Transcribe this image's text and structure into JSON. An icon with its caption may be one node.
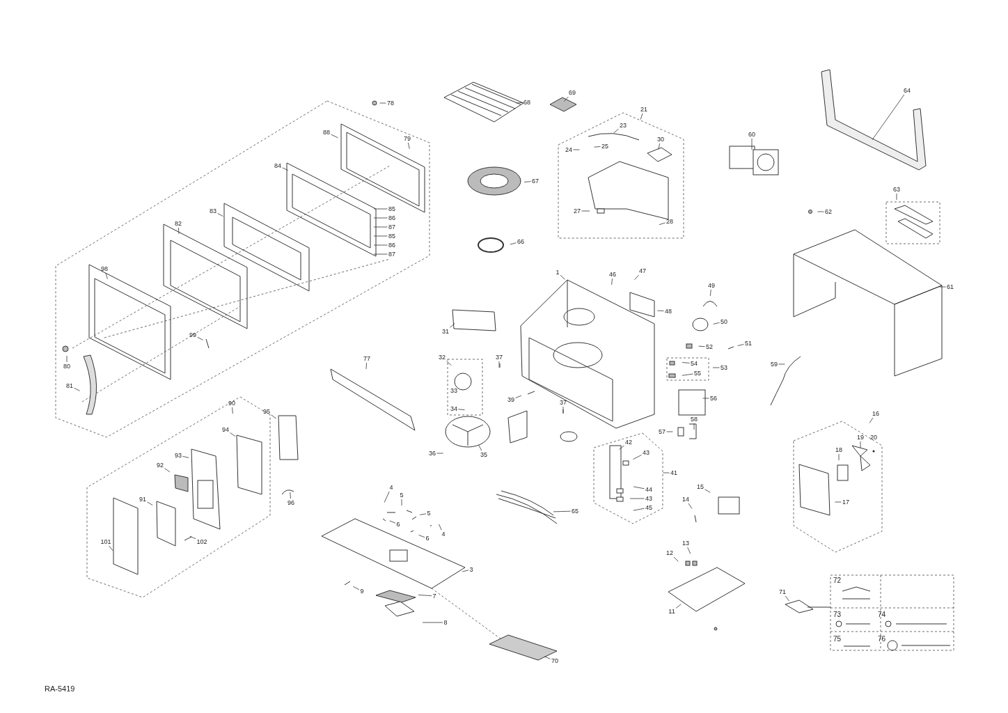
{
  "diagram": {
    "nodes": [
      {
        "text": [
          "64"
        ]
      },
      {
        "text": [
          "69"
        ]
      },
      {
        "text": [
          "68"
        ]
      },
      {
        "text": [
          "78"
        ]
      },
      {
        "text": [
          "21"
        ]
      },
      {
        "text": [
          "23"
        ]
      },
      {
        "text": [
          "88"
        ]
      },
      {
        "text": [
          "60"
        ]
      },
      {
        "text": [
          "79"
        ]
      },
      {
        "text": [
          "30"
        ]
      },
      {
        "text": [
          "25"
        ]
      },
      {
        "text": [
          "24"
        ]
      },
      {
        "text": [
          "84"
        ]
      },
      {
        "text": [
          "67"
        ]
      },
      {
        "text": [
          "63"
        ]
      },
      {
        "text": [
          "27"
        ]
      },
      {
        "text": [
          "83"
        ]
      },
      {
        "text": [
          "62"
        ]
      },
      {
        "text": [
          "85"
        ]
      },
      {
        "text": [
          "86"
        ]
      },
      {
        "text": [
          "28"
        ]
      },
      {
        "text": [
          "82"
        ]
      },
      {
        "text": [
          "87"
        ]
      },
      {
        "text": [
          "85"
        ]
      },
      {
        "text": [
          "86"
        ]
      },
      {
        "text": [
          "66"
        ]
      },
      {
        "text": [
          "87"
        ]
      },
      {
        "text": [
          "98"
        ]
      },
      {
        "text": [
          "1"
        ]
      },
      {
        "text": [
          "47"
        ]
      },
      {
        "text": [
          "46"
        ]
      },
      {
        "text": [
          "49"
        ]
      },
      {
        "text": [
          "61"
        ]
      },
      {
        "text": [
          "48"
        ]
      },
      {
        "text": [
          "50"
        ]
      },
      {
        "text": [
          "31"
        ]
      },
      {
        "text": [
          "99"
        ]
      },
      {
        "text": [
          "51"
        ]
      },
      {
        "text": [
          "52"
        ]
      },
      {
        "text": [
          "32"
        ]
      },
      {
        "text": [
          "37"
        ]
      },
      {
        "text": [
          "77"
        ]
      },
      {
        "text": [
          "54"
        ]
      },
      {
        "text": [
          "59"
        ]
      },
      {
        "text": [
          "53"
        ]
      },
      {
        "text": [
          "55"
        ]
      },
      {
        "text": [
          "33"
        ]
      },
      {
        "text": [
          "39"
        ]
      },
      {
        "text": [
          "37"
        ]
      },
      {
        "text": [
          "56"
        ]
      },
      {
        "text": [
          "90"
        ]
      },
      {
        "text": [
          "34"
        ]
      },
      {
        "text": [
          "95"
        ]
      },
      {
        "text": [
          "16"
        ]
      },
      {
        "text": [
          "58"
        ]
      },
      {
        "text": [
          "94"
        ]
      },
      {
        "text": [
          "57"
        ]
      },
      {
        "text": [
          "19"
        ]
      },
      {
        "text": [
          "20"
        ]
      },
      {
        "text": [
          "42"
        ]
      },
      {
        "text": [
          "18"
        ]
      },
      {
        "text": [
          "36"
        ]
      },
      {
        "text": [
          "43"
        ]
      },
      {
        "text": [
          "35"
        ]
      },
      {
        "text": [
          "93"
        ]
      },
      {
        "text": [
          "92"
        ]
      },
      {
        "text": [
          "41"
        ]
      },
      {
        "text": [
          "15"
        ]
      },
      {
        "text": [
          "4"
        ]
      },
      {
        "text": [
          "44"
        ]
      },
      {
        "text": [
          "5"
        ]
      },
      {
        "text": [
          "43"
        ]
      },
      {
        "text": [
          "91"
        ]
      },
      {
        "text": [
          "17"
        ]
      },
      {
        "text": [
          "96"
        ]
      },
      {
        "text": [
          "45"
        ]
      },
      {
        "text": [
          "65"
        ]
      },
      {
        "text": [
          "5"
        ]
      },
      {
        "text": [
          "14"
        ]
      },
      {
        "text": [
          "6"
        ]
      },
      {
        "text": [
          "4"
        ]
      },
      {
        "text": [
          "6"
        ]
      },
      {
        "text": [
          "101"
        ]
      },
      {
        "text": [
          "102"
        ]
      },
      {
        "text": [
          "13"
        ]
      },
      {
        "text": [
          "12"
        ]
      },
      {
        "text": [
          "3"
        ]
      },
      {
        "text": [
          "71"
        ]
      },
      {
        "text": [
          "9"
        ]
      },
      {
        "text": [
          "7"
        ]
      },
      {
        "text": [
          "11"
        ]
      },
      {
        "text": [
          "8"
        ]
      },
      {
        "text": [
          "70"
        ]
      },
      {
        "text": [
          "80"
        ]
      },
      {
        "text": [
          "81"
        ]
      }
    ],
    "edges": [
      {
        "from": 0,
        "to": null,
        "arrow": "none"
      },
      {
        "from": 1,
        "to": null,
        "arrow": "none"
      },
      {
        "from": 2,
        "to": null,
        "arrow": "none"
      },
      {
        "from": 3,
        "to": null,
        "arrow": "none"
      },
      {
        "from": 4,
        "to": null,
        "arrow": "none"
      },
      {
        "from": 5,
        "to": null,
        "arrow": "none"
      },
      {
        "from": 6,
        "to": null,
        "arrow": "none"
      },
      {
        "from": 7,
        "to": null,
        "arrow": "none"
      },
      {
        "from": 8,
        "to": null,
        "arrow": "none"
      },
      {
        "from": 9,
        "to": null,
        "arrow": "none"
      },
      {
        "from": 10,
        "to": null,
        "arrow": "none"
      },
      {
        "from": 11,
        "to": null,
        "arrow": "none"
      },
      {
        "from": 12,
        "to": null,
        "arrow": "none"
      },
      {
        "from": 13,
        "to": null,
        "arrow": "none"
      },
      {
        "from": 14,
        "to": null,
        "arrow": "none"
      },
      {
        "from": 15,
        "to": null,
        "arrow": "none"
      },
      {
        "from": 16,
        "to": null,
        "arrow": "none"
      },
      {
        "from": 17,
        "to": null,
        "arrow": "none"
      },
      {
        "from": 18,
        "to": null,
        "arrow": "none"
      },
      {
        "from": 19,
        "to": null,
        "arrow": "none"
      },
      {
        "from": 20,
        "to": null,
        "arrow": "none"
      },
      {
        "from": 21,
        "to": null,
        "arrow": "none"
      },
      {
        "from": 22,
        "to": null,
        "arrow": "none"
      },
      {
        "from": 23,
        "to": null,
        "arrow": "none"
      },
      {
        "from": 24,
        "to": null,
        "arrow": "none"
      },
      {
        "from": 25,
        "to": null,
        "arrow": "none"
      },
      {
        "from": 26,
        "to": null,
        "arrow": "none"
      },
      {
        "from": 27,
        "to": null,
        "arrow": "none"
      },
      {
        "from": 28,
        "to": null,
        "arrow": "none"
      },
      {
        "from": 29,
        "to": null,
        "arrow": "none"
      },
      {
        "from": 30,
        "to": null,
        "arrow": "none"
      },
      {
        "from": 31,
        "to": null,
        "arrow": "none"
      },
      {
        "from": 32,
        "to": null,
        "arrow": "none"
      },
      {
        "from": 33,
        "to": null,
        "arrow": "none"
      },
      {
        "from": 34,
        "to": null,
        "arrow": "none"
      },
      {
        "from": 35,
        "to": null,
        "arrow": "none"
      },
      {
        "from": 36,
        "to": null,
        "arrow": "none"
      },
      {
        "from": 37,
        "to": null,
        "arrow": "none"
      },
      {
        "from": 38,
        "to": null,
        "arrow": "none"
      },
      {
        "from": 39,
        "to": null,
        "arrow": "none"
      },
      {
        "from": 40,
        "to": null,
        "arrow": "none"
      },
      {
        "from": 41,
        "to": null,
        "arrow": "none"
      },
      {
        "from": 42,
        "to": null,
        "arrow": "none"
      },
      {
        "from": 43,
        "to": null,
        "arrow": "none"
      },
      {
        "from": 44,
        "to": null,
        "arrow": "none"
      },
      {
        "from": 45,
        "to": null,
        "arrow": "none"
      },
      {
        "from": 47,
        "to": null,
        "arrow": "none"
      },
      {
        "from": 48,
        "to": null,
        "arrow": "none"
      },
      {
        "from": 49,
        "to": null,
        "arrow": "none"
      },
      {
        "from": 50,
        "to": null,
        "arrow": "none"
      },
      {
        "from": 51,
        "to": null,
        "arrow": "none"
      },
      {
        "from": 52,
        "to": null,
        "arrow": "none"
      },
      {
        "from": 53,
        "to": null,
        "arrow": "none"
      },
      {
        "from": 54,
        "to": null,
        "arrow": "none"
      },
      {
        "from": 55,
        "to": null,
        "arrow": "none"
      },
      {
        "from": 56,
        "to": null,
        "arrow": "none"
      },
      {
        "from": 57,
        "to": null,
        "arrow": "none"
      },
      {
        "from": 59,
        "to": null,
        "arrow": "none"
      },
      {
        "from": 60,
        "to": null,
        "arrow": "none"
      },
      {
        "from": 61,
        "to": null,
        "arrow": "none"
      },
      {
        "from": 62,
        "to": null,
        "arrow": "none"
      },
      {
        "from": 63,
        "to": null,
        "arrow": "none"
      },
      {
        "from": 64,
        "to": null,
        "arrow": "none"
      },
      {
        "from": 65,
        "to": null,
        "arrow": "none"
      },
      {
        "from": 66,
        "to": null,
        "arrow": "none"
      },
      {
        "from": 67,
        "to": null,
        "arrow": "none"
      },
      {
        "from": 68,
        "to": null,
        "arrow": "none"
      },
      {
        "from": 69,
        "to": null,
        "arrow": "none"
      },
      {
        "from": 70,
        "to": null,
        "arrow": "none"
      },
      {
        "from": 71,
        "to": null,
        "arrow": "none"
      },
      {
        "from": 72,
        "to": null,
        "arrow": "none"
      },
      {
        "from": 73,
        "to": null,
        "arrow": "none"
      },
      {
        "from": 74,
        "to": null,
        "arrow": "none"
      },
      {
        "from": 75,
        "to": null,
        "arrow": "none"
      },
      {
        "from": 76,
        "to": null,
        "arrow": "none"
      },
      {
        "from": 77,
        "to": null,
        "arrow": "none"
      },
      {
        "from": 78,
        "to": null,
        "arrow": "none"
      },
      {
        "from": 79,
        "to": null,
        "arrow": "none"
      },
      {
        "from": 80,
        "to": null,
        "arrow": "none"
      },
      {
        "from": 81,
        "to": null,
        "arrow": "none"
      },
      {
        "from": 82,
        "to": null,
        "arrow": "none"
      },
      {
        "from": 83,
        "to": null,
        "arrow": "none"
      },
      {
        "from": 84,
        "to": null,
        "arrow": "none"
      },
      {
        "from": 85,
        "to": null,
        "arrow": "none"
      },
      {
        "from": 86,
        "to": null,
        "arrow": "none"
      },
      {
        "from": 87,
        "to": null,
        "arrow": "none"
      },
      {
        "from": 88,
        "to": null,
        "arrow": "none"
      },
      {
        "from": 89,
        "to": null,
        "arrow": "none"
      },
      {
        "from": 90,
        "to": null,
        "arrow": "none"
      },
      {
        "from": 91,
        "to": null,
        "arrow": "none"
      },
      {
        "from": 92,
        "to": null,
        "arrow": "none"
      },
      {
        "from": 93,
        "to": null,
        "arrow": "none"
      },
      {
        "from": 94,
        "to": null,
        "arrow": "none"
      }
    ],
    "labels": [
      "72",
      "73",
      "74",
      "75",
      "76",
      "RA-5419"
    ]
  }
}
